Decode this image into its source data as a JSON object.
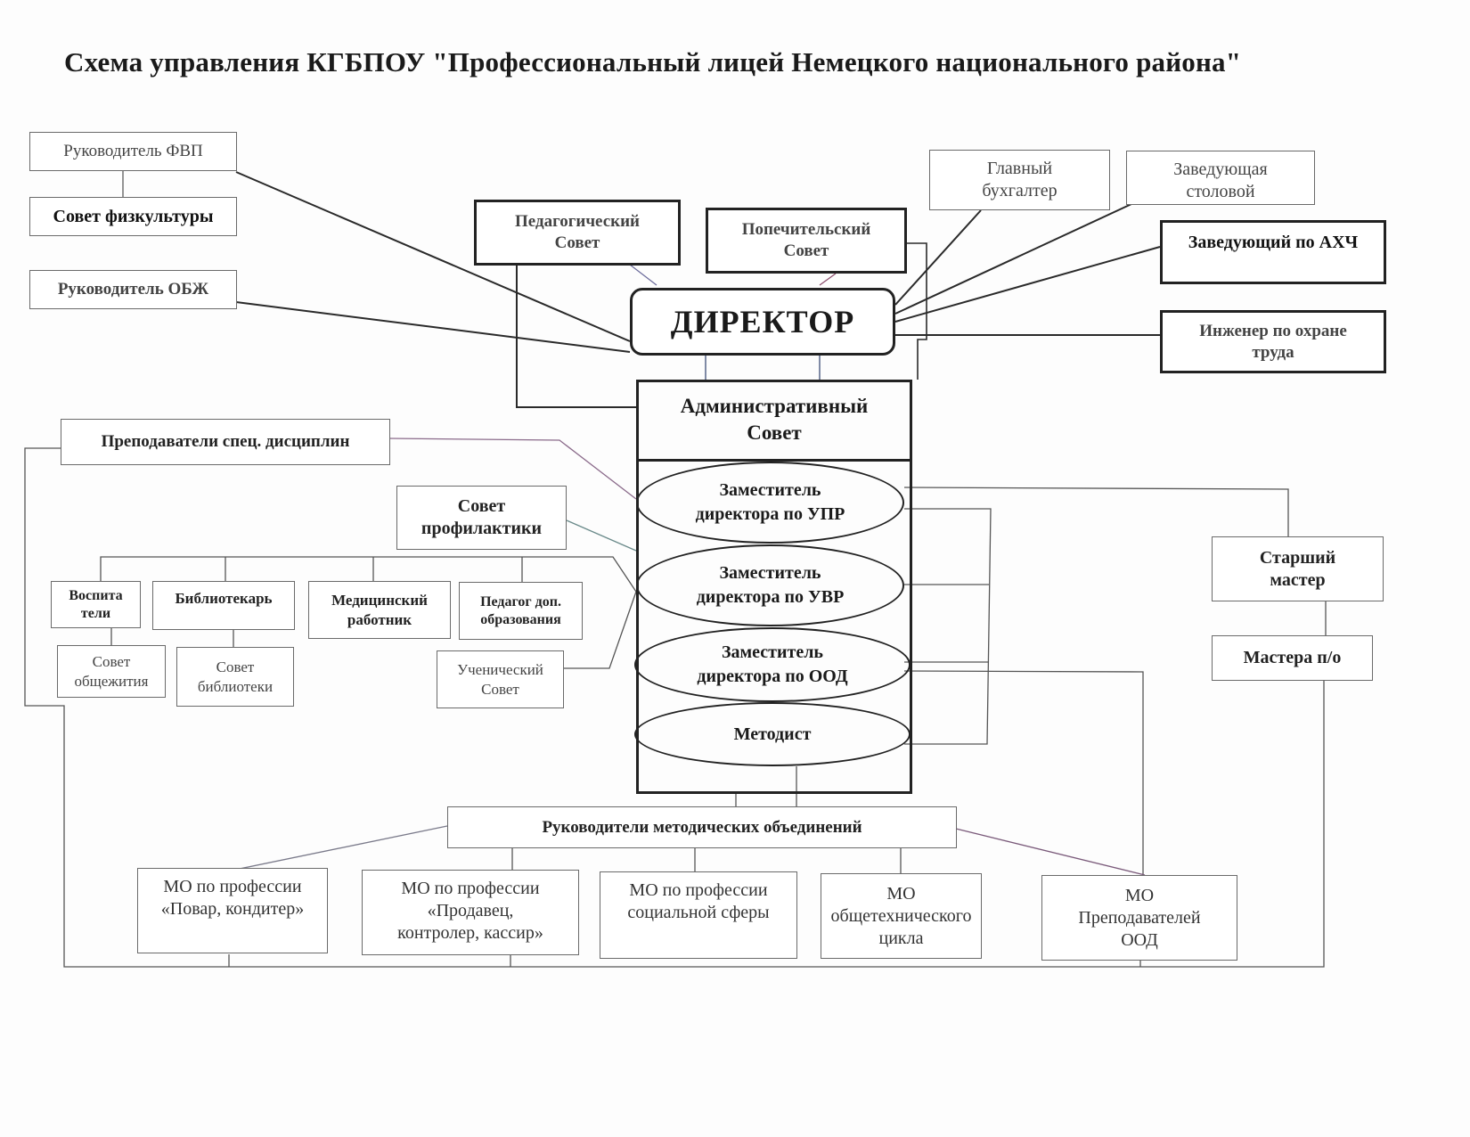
{
  "title": "Схема управления КГБПОУ \"Профессиональный лицей Немецкого национального района\"",
  "center": {
    "director": "ДИРЕКТОР",
    "admin_council": "Административный\nСовет",
    "deputies": [
      "Заместитель\nдиректора по УПР",
      "Заместитель\nдиректора по УВР",
      "Заместитель\nдиректора по ООД",
      "Методист"
    ]
  },
  "councils_top": {
    "pedagogical": "Педагогический\nСовет",
    "trustees": "Попечительский\nСовет"
  },
  "left_top": {
    "head_pe": "Руководитель ФВП",
    "pe_council": "Совет физкультуры",
    "head_obzh": "Руководитель ОБЖ"
  },
  "right_top": {
    "chief_accountant": "Главный\nбухгалтер",
    "canteen_head": "Заведующая\nстоловой",
    "ahch_head": "Заведующий по АХЧ",
    "safety_engineer": "Инженер по охране\nтруда"
  },
  "left_middle": {
    "special_teachers": "Преподаватели спец. дисциплин",
    "prevention_council": "Совет\nпрофилактики",
    "staff": [
      "Воспита\nтели",
      "Библиотекарь",
      "Медицинский\nработник",
      "Педагог доп.\nобразования"
    ],
    "dorm_council": "Совет\nобщежития",
    "library_council": "Совет\nбиблиотеки",
    "student_council": "Ученический\nСовет"
  },
  "right_middle": {
    "senior_master": "Старший\nмастер",
    "masters": "Мастера п/о"
  },
  "methodical": {
    "heads": "Руководители методических объединений",
    "groups": [
      "МО по профессии\n«Повар, кондитер»",
      "МО по профессии\n«Продавец,\nконтролер, кассир»",
      "МО по профессии\nсоциальной сферы",
      "МО\nобщетехнического\nцикла",
      "МО\nПреподавателей\nООД"
    ]
  },
  "colors": {
    "line": "#2a2a2a",
    "thin_line": "#555555",
    "accent_line": "#8a6a8a",
    "background": "#fdfdfd"
  }
}
